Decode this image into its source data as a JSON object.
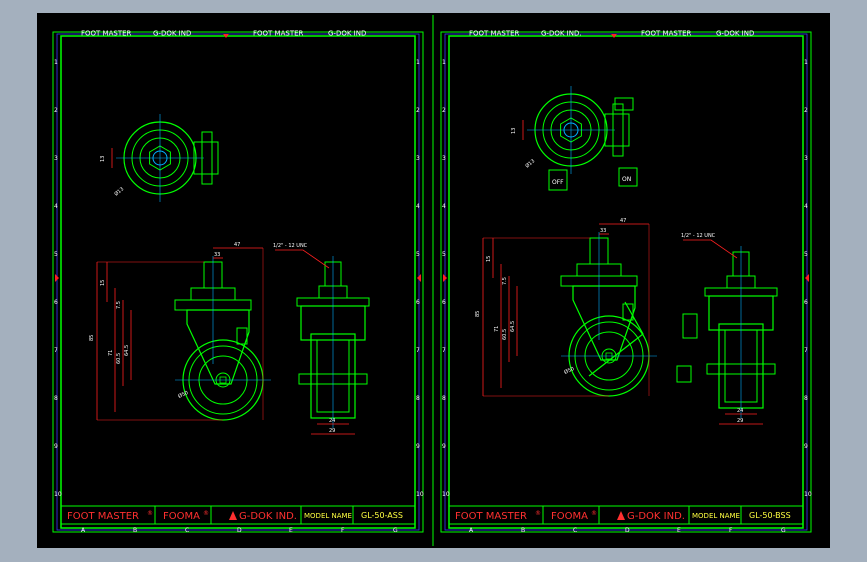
{
  "colors": {
    "background": "#a4b0be",
    "paper": "#000000",
    "frame": "#00ff00",
    "inner_border": "#3a3aff",
    "outline": "#00ff00",
    "hidden": "#00b0ff",
    "dimension": "#ff2020",
    "dim_text": "#ffffff",
    "red_text": "#ff3030",
    "yellow_text": "#ffff40",
    "center": "#ffffff"
  },
  "sheets": [
    {
      "header": [
        "FOOT MASTER",
        "G-DOK IND",
        "FOOT MASTER",
        "G-DOK IND"
      ],
      "title_block": {
        "brand1": "FOOT MASTER",
        "brand2": "FOOMA",
        "brand3": "G-DOK IND.",
        "model_label": "MODEL NAME",
        "model_name": "GL-50-ASS"
      },
      "dims": {
        "width": "47",
        "offset": "33",
        "top_h": "15",
        "h2": "7.5",
        "h3": "64.5",
        "total": "85",
        "h71": "71",
        "h60": "60.5",
        "wheel": "Ø50",
        "thread": "1/2\" - 12 UNC",
        "tread": "24",
        "overall_w": "29",
        "plate": "13",
        "hole": "Ø13"
      },
      "labels": {}
    },
    {
      "header": [
        "FOOT MASTER",
        "G-DOK IND.",
        "FOOT MASTER",
        "G-DOK IND"
      ],
      "title_block": {
        "brand1": "FOOT MASTER",
        "brand2": "FOOMA",
        "brand3": "G-DOK IND.",
        "model_label": "MODEL NAME",
        "model_name": "GL-50-BSS"
      },
      "dims": {
        "width": "47",
        "offset": "33",
        "top_h": "15",
        "h2": "7.5",
        "h3": "64.5",
        "total": "85",
        "h71": "71",
        "h60": "60.5",
        "wheel": "Ø50",
        "thread": "1/2\" - 12 UNC",
        "tread": "24",
        "overall_w": "29",
        "plate": "13",
        "hole": "Ø13"
      },
      "labels": {
        "off": "OFF",
        "on": "ON"
      }
    }
  ],
  "row_numbers": [
    "1",
    "2",
    "3",
    "4",
    "5",
    "6",
    "7",
    "8",
    "9",
    "10"
  ],
  "col_letters": [
    "A",
    "B",
    "C",
    "D",
    "E",
    "F",
    "G"
  ]
}
